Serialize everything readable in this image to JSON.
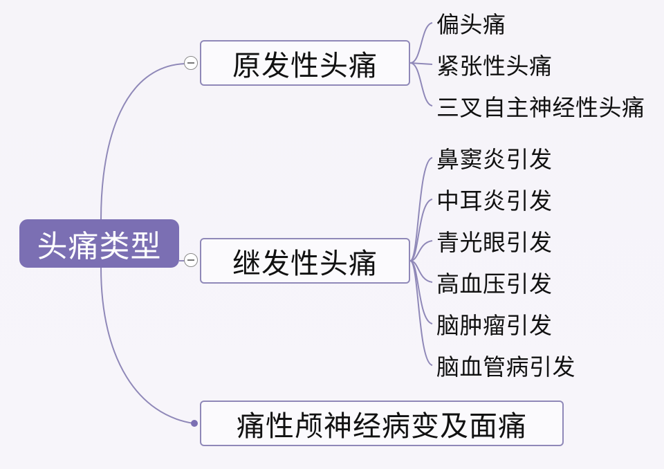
{
  "root": {
    "label": "头痛类型"
  },
  "branches": [
    {
      "label": "原发性头痛",
      "children": [
        "偏头痛",
        "紧张性头痛",
        "三叉自主神经性头痛"
      ]
    },
    {
      "label": "继发性头痛",
      "children": [
        "鼻窦炎引发",
        "中耳炎引发",
        "青光眼引发",
        "高血压引发",
        "脑肿瘤引发",
        "脑血管病引发"
      ]
    },
    {
      "label": "痛性颅神经病变及面痛",
      "children": []
    }
  ],
  "colors": {
    "accent": "#7b6fb3",
    "line": "#8f88b8"
  },
  "icons": {
    "collapse": "minus-circle-icon",
    "endpoint": "dot-icon"
  }
}
